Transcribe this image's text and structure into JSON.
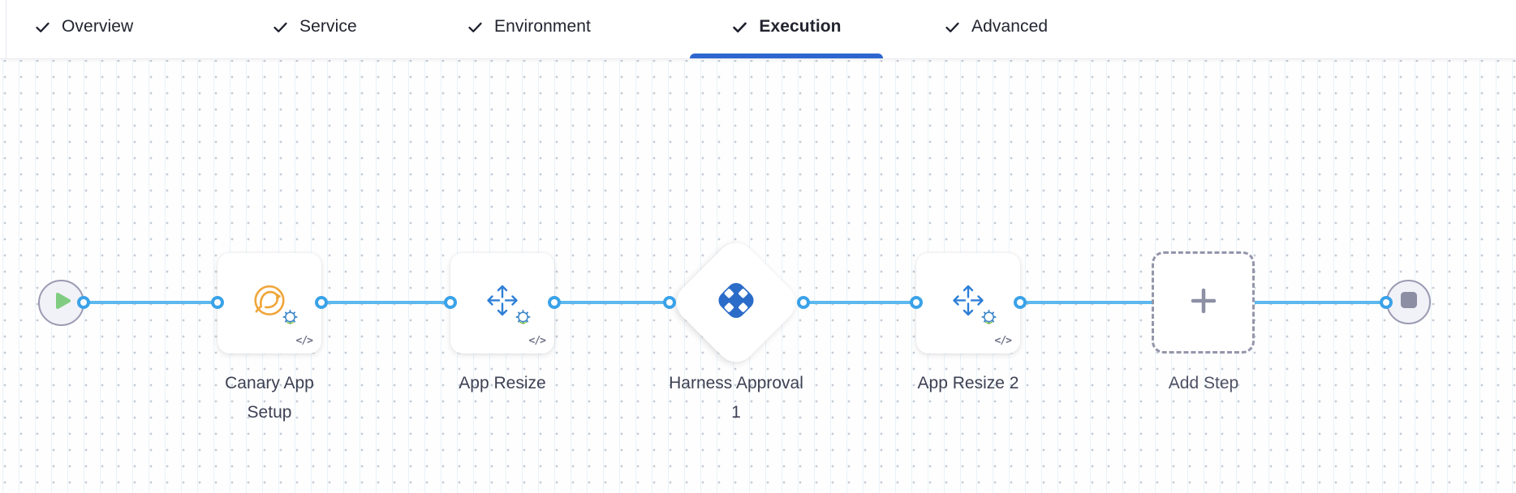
{
  "header": {
    "tabs": [
      {
        "label": "Overview",
        "checked": true,
        "active": false
      },
      {
        "label": "Service",
        "checked": true,
        "active": false
      },
      {
        "label": "Environment",
        "checked": true,
        "active": false
      },
      {
        "label": "Execution",
        "checked": true,
        "active": true
      },
      {
        "label": "Advanced",
        "checked": true,
        "active": false
      }
    ]
  },
  "canvas": {
    "nodes": [
      {
        "id": "start",
        "type": "start",
        "icon": "play-icon"
      },
      {
        "id": "canary-app-setup",
        "type": "step",
        "label": "Canary App Setup",
        "icon": "canary-icon",
        "code_badge": "</>"
      },
      {
        "id": "app-resize",
        "type": "step",
        "label": "App Resize",
        "icon": "resize-arrows-icon",
        "code_badge": "</>"
      },
      {
        "id": "harness-approval-1",
        "type": "approval",
        "label": "Harness Approval 1",
        "icon": "harness-logo-icon"
      },
      {
        "id": "app-resize-2",
        "type": "step",
        "label": "App Resize 2",
        "icon": "resize-arrows-icon",
        "code_badge": "</>"
      },
      {
        "id": "add-step",
        "type": "add",
        "label": "Add Step",
        "icon": "plus-icon"
      },
      {
        "id": "end",
        "type": "end",
        "icon": "stop-icon"
      }
    ]
  },
  "colors": {
    "active_tab_underline": "#2e66cf",
    "connector_line": "#5cb8ee",
    "port_ring": "#3aa2e8",
    "harness_logo_blue": "#2b6cc9",
    "canary_orange": "#f0a63a",
    "resize_arrow_blue": "#2e7fd6",
    "play_green": "#80cd81",
    "stop_gray": "#8c8ea4",
    "label_text": "#3d4053",
    "tab_text": "#22242f"
  }
}
